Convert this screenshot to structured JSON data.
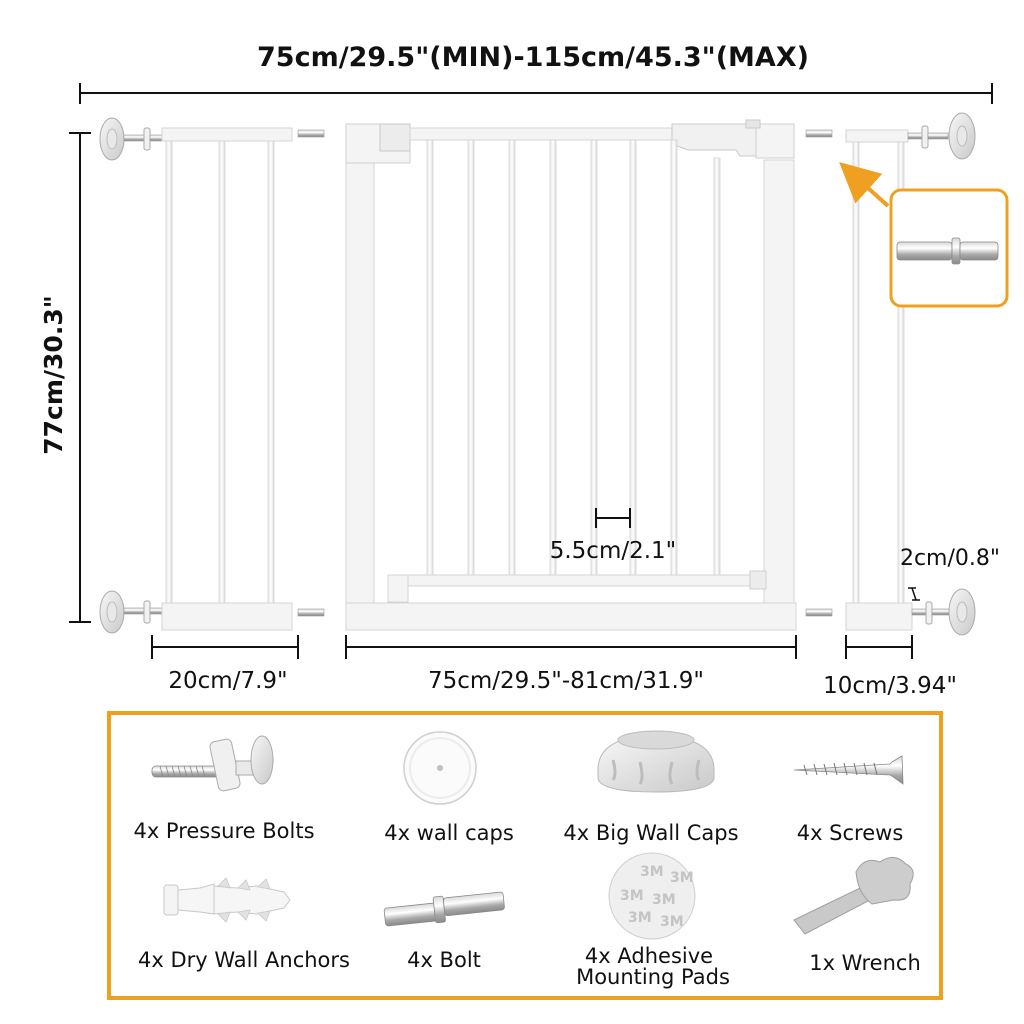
{
  "dimensions": {
    "overall_width": "75cm/29.5\"(MIN)-115cm/45.3\"(MAX)",
    "height": "77cm/30.3\"",
    "left_extension_width": "20cm/7.9\"",
    "main_gate_width": "75cm/29.5\"-81cm/31.9\"",
    "right_extension_width": "10cm/3.94\"",
    "bar_spacing": "5.5cm/2.1\"",
    "bolt_gap": "2cm/0.8\""
  },
  "accessories": [
    {
      "label": "4x Pressure Bolts",
      "icon": "pressure-bolt-icon"
    },
    {
      "label": "4x wall caps",
      "icon": "wall-cap-icon"
    },
    {
      "label": "4x Big Wall Caps",
      "icon": "big-wall-cap-icon"
    },
    {
      "label": "4x Screws",
      "icon": "screw-icon"
    },
    {
      "label": "4x Dry Wall Anchors",
      "icon": "wall-anchor-icon"
    },
    {
      "label": "4x Bolt",
      "icon": "bolt-icon"
    },
    {
      "label": "4x Adhesive",
      "label2": "Mounting Pads",
      "icon": "adhesive-pad-icon"
    },
    {
      "label": "1x Wrench",
      "icon": "wrench-icon"
    }
  ],
  "pad_text": "3M",
  "colors": {
    "accent": "#F0A020",
    "frame": "#F4F4F4",
    "outline": "#D8D8D8",
    "dimension_line": "#111111"
  }
}
